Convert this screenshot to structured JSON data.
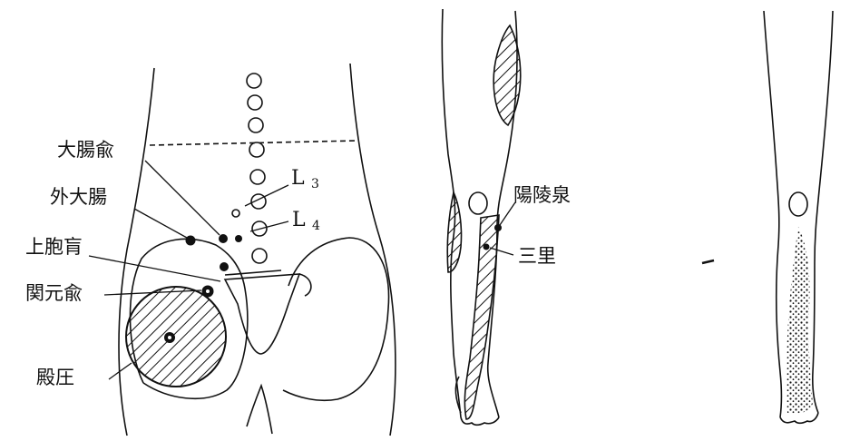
{
  "figure": {
    "labels": {
      "daichoyu": "大腸兪",
      "gaidaicho": "外大腸",
      "johokou": "上胞肓",
      "kangenyu": "関元兪",
      "denatsu": "殿圧",
      "yoryosen": "陽陵泉",
      "sanri": "三里"
    },
    "vertebrae": {
      "l3_letter": "L",
      "l3_num": "3",
      "l4_letter": "L",
      "l4_num": "4"
    }
  }
}
